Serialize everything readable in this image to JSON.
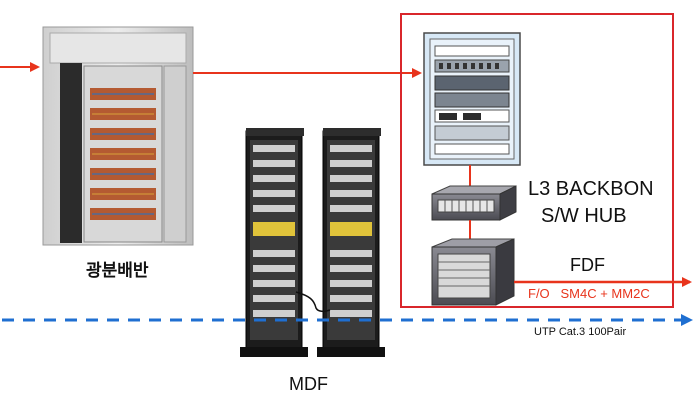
{
  "labels": {
    "optical_panel": "광분배반",
    "mdf": "MDF",
    "l3_line1": "L3 BACKBON",
    "l3_line2": "S/W HUB",
    "fdf": "FDF",
    "fiber_spec": "F/O   SM4C + MM2C",
    "utp_spec": "UTP Cat.3 100Pair"
  },
  "colors": {
    "fiber_arrow": "#e8341c",
    "utp_arrow": "#1f6fd1",
    "highlight_box": "#d9262b"
  },
  "icons": {
    "optical_panel": "optical-distribution-panel-photo",
    "mdf_racks": "mdf-rack-icon",
    "server_rack": "server-rack-icon",
    "l3_switch": "l3-switch-icon",
    "fdf_cabinet": "fdf-cabinet-icon"
  }
}
